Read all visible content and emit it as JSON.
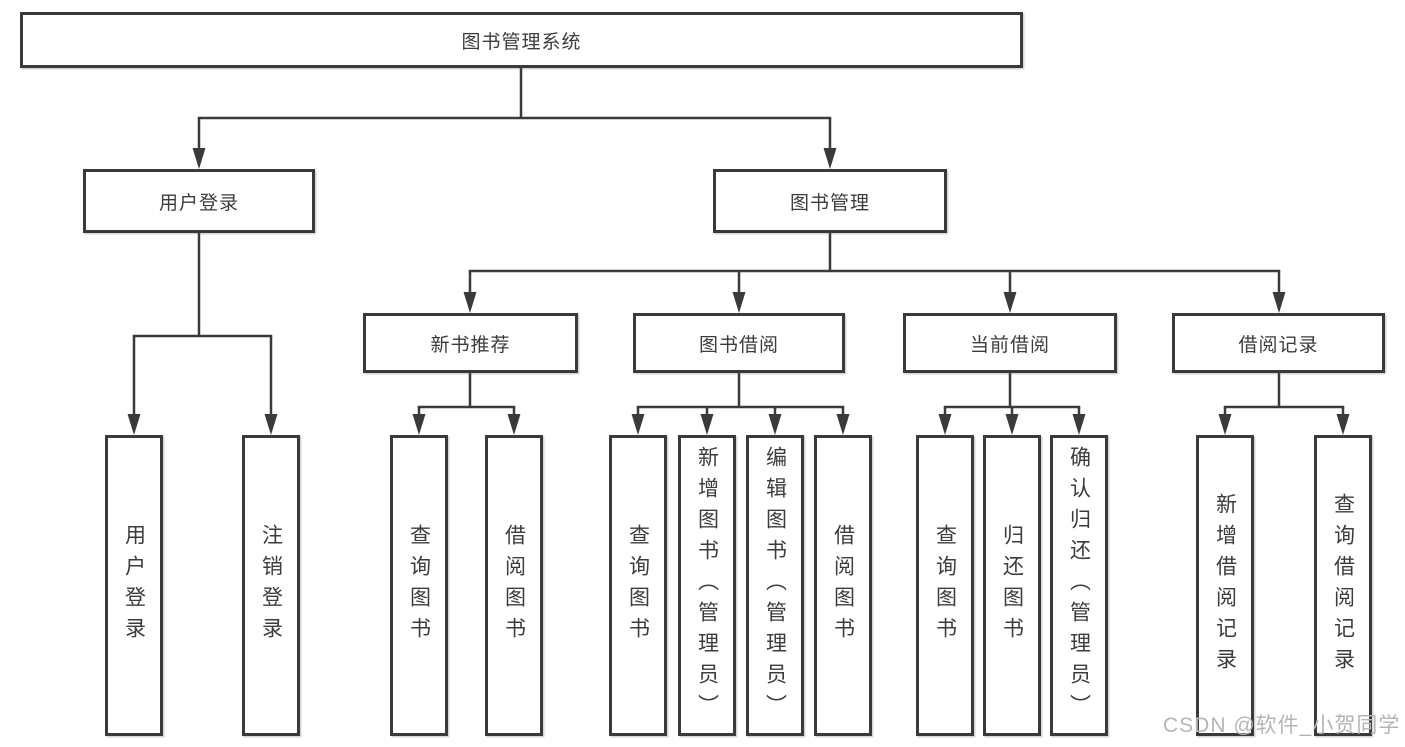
{
  "tree": {
    "label": "图书管理系统",
    "children": [
      {
        "label": "用户登录",
        "children": [
          {
            "label": "用户登录"
          },
          {
            "label": "注销登录"
          }
        ]
      },
      {
        "label": "图书管理",
        "children": [
          {
            "label": "新书推荐",
            "children": [
              {
                "label": "查询图书"
              },
              {
                "label": "借阅图书"
              }
            ]
          },
          {
            "label": "图书借阅",
            "children": [
              {
                "label": "查询图书"
              },
              {
                "label": "新增图书（管理员）"
              },
              {
                "label": "编辑图书（管理员）"
              },
              {
                "label": "借阅图书"
              }
            ]
          },
          {
            "label": "当前借阅",
            "children": [
              {
                "label": "查询图书"
              },
              {
                "label": "归还图书"
              },
              {
                "label": "确认归还（管理员）"
              }
            ]
          },
          {
            "label": "借阅记录",
            "children": [
              {
                "label": "新增借阅记录"
              },
              {
                "label": "查询借阅记录"
              }
            ]
          }
        ]
      }
    ]
  },
  "watermark": {
    "text": "CSDN @软件_小贺同学"
  },
  "colors": {
    "line": "#3a3a3a",
    "box_border": "#3a3a3a",
    "box_fill": "#ffffff",
    "text": "#3c3c3c",
    "watermark": "#b5b5b5"
  }
}
